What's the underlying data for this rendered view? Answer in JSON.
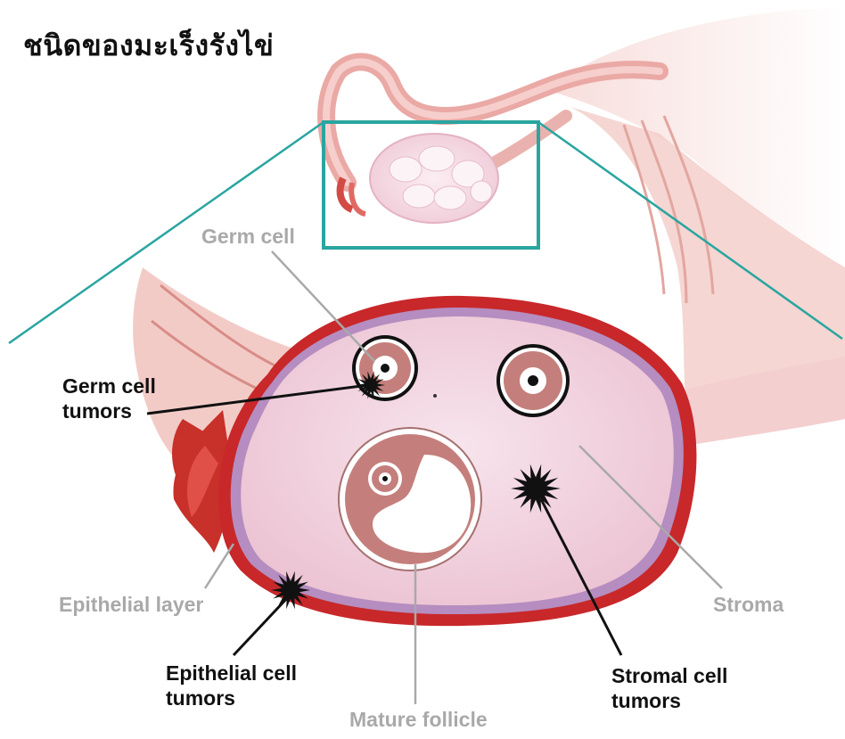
{
  "title": "ชนิดของมะเร็งรังไข่",
  "labels": {
    "germ_cell": "Germ cell",
    "germ_cell_tumors_1": "Germ cell",
    "germ_cell_tumors_2": "tumors",
    "epithelial_layer": "Epithelial layer",
    "epithelial_cell_tumors_1": "Epithelial cell",
    "epithelial_cell_tumors_2": "tumors",
    "mature_follicle": "Mature follicle",
    "stroma": "Stroma",
    "stromal_cell_tumors_1": "Stromal cell",
    "stromal_cell_tumors_2": "tumors"
  },
  "colors": {
    "frame_line": "#2aa5a0",
    "ovary_outline": "#c8282a",
    "ovary_fill": "#f2d3df",
    "tube": "#e8a7a3",
    "tumor": "#111111",
    "leader_gray": "#a9a9a9",
    "leader_dark": "#111111"
  }
}
